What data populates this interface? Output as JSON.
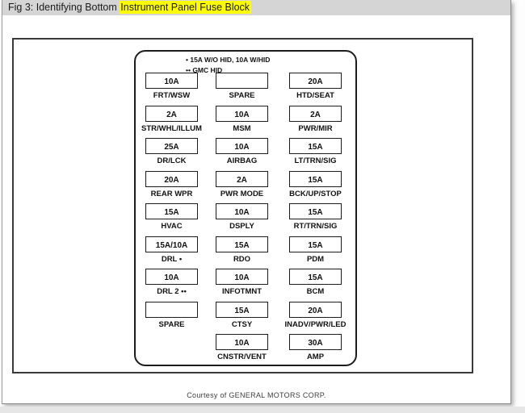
{
  "window": {
    "title_prefix": "Fig 3: Identifying Bottom ",
    "title_highlight": "Instrument Panel Fuse Block"
  },
  "diagram": {
    "legend": [
      "• 15A W/O HID, 10A W/HID",
      "•• GMC HID"
    ],
    "rows": [
      [
        {
          "amp": "10A",
          "label": "FRT/WSW"
        },
        {
          "amp": "",
          "label": "SPARE"
        },
        {
          "amp": "20A",
          "label": "HTD/SEAT"
        }
      ],
      [
        {
          "amp": "2A",
          "label": "STR/WHL/ILLUM"
        },
        {
          "amp": "10A",
          "label": "MSM"
        },
        {
          "amp": "2A",
          "label": "PWR/MIR"
        }
      ],
      [
        {
          "amp": "25A",
          "label": "DR/LCK"
        },
        {
          "amp": "10A",
          "label": "AIRBAG"
        },
        {
          "amp": "15A",
          "label": "LT/TRN/SIG"
        }
      ],
      [
        {
          "amp": "20A",
          "label": "REAR WPR"
        },
        {
          "amp": "2A",
          "label": "PWR MODE"
        },
        {
          "amp": "15A",
          "label": "BCK/UP/STOP"
        }
      ],
      [
        {
          "amp": "15A",
          "label": "HVAC"
        },
        {
          "amp": "10A",
          "label": "DSPLY"
        },
        {
          "amp": "15A",
          "label": "RT/TRN/SIG"
        }
      ],
      [
        {
          "amp": "15A/10A",
          "label": "DRL •"
        },
        {
          "amp": "15A",
          "label": "RDO"
        },
        {
          "amp": "15A",
          "label": "PDM"
        }
      ],
      [
        {
          "amp": "10A",
          "label": "DRL 2 ••"
        },
        {
          "amp": "10A",
          "label": "INFOTMNT"
        },
        {
          "amp": "15A",
          "label": "BCM"
        }
      ],
      [
        {
          "amp": "",
          "label": "SPARE"
        },
        {
          "amp": "15A",
          "label": "CTSY"
        },
        {
          "amp": "20A",
          "label": "INADV/PWR/LED"
        }
      ],
      [
        null,
        {
          "amp": "10A",
          "label": "CNSTR/VENT"
        },
        {
          "amp": "30A",
          "label": "AMP"
        }
      ]
    ]
  },
  "footer": {
    "credit": "Courtesy of GENERAL MOTORS CORP."
  },
  "colors": {
    "highlight": "#ffff00",
    "header_bg": "#d5d5d5",
    "border": "#1c1c1c"
  }
}
